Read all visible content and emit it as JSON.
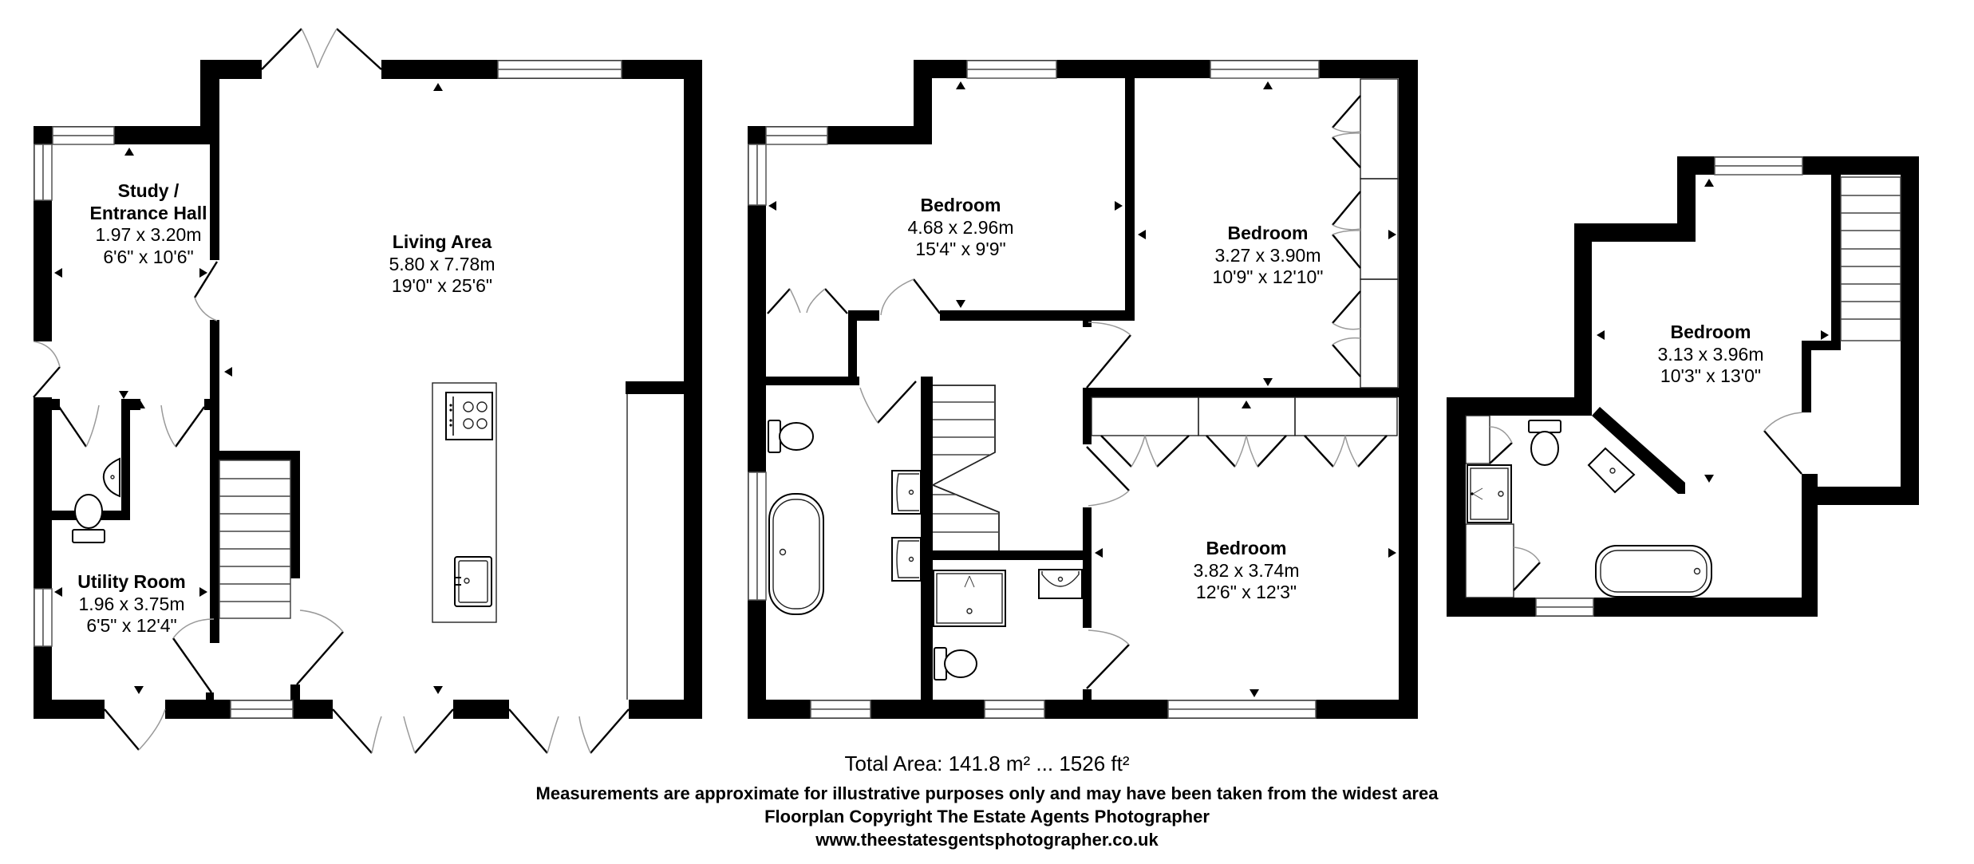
{
  "floors": [
    {
      "id": "ground",
      "rooms": [
        {
          "name": "Study /",
          "name2": "Entrance Hall",
          "metric": "1.97 x 3.20m",
          "imperial": "6'6\" x 10'6\""
        },
        {
          "name": "Living Area",
          "metric": "5.80 x 7.78m",
          "imperial": "19'0\" x 25'6\""
        },
        {
          "name": "Utility Room",
          "metric": "1.96 x 3.75m",
          "imperial": "6'5\" x 12'4\""
        }
      ]
    },
    {
      "id": "first",
      "rooms": [
        {
          "name": "Bedroom",
          "metric": "4.68 x 2.96m",
          "imperial": "15'4\" x 9'9\""
        },
        {
          "name": "Bedroom",
          "metric": "3.27 x 3.90m",
          "imperial": "10'9\" x 12'10\""
        },
        {
          "name": "Bedroom",
          "metric": "3.82 x 3.74m",
          "imperial": "12'6\" x 12'3\""
        }
      ]
    },
    {
      "id": "second",
      "rooms": [
        {
          "name": "Bedroom",
          "metric": "3.13 x 3.96m",
          "imperial": "10'3\" x 13'0\""
        }
      ]
    }
  ],
  "footer": {
    "total_area": "Total Area: 141.8 m² ... 1526 ft²",
    "disclaimer": "Measurements are approximate for illustrative purposes only and may have been taken from the widest area",
    "copyright": "Floorplan Copyright The Estate Agents Photographer",
    "website": "www.theestatesgentsphotographer.co.uk"
  },
  "colors": {
    "wall": "#000000",
    "background": "#ffffff",
    "door_swing": "#9a9a9a"
  },
  "icons": [
    "toilet-icon",
    "basin-icon",
    "bath-icon",
    "shower-icon",
    "hob-icon",
    "sink-icon",
    "stairs-icon",
    "window-icon",
    "door-icon",
    "dimension-arrow-icon"
  ]
}
